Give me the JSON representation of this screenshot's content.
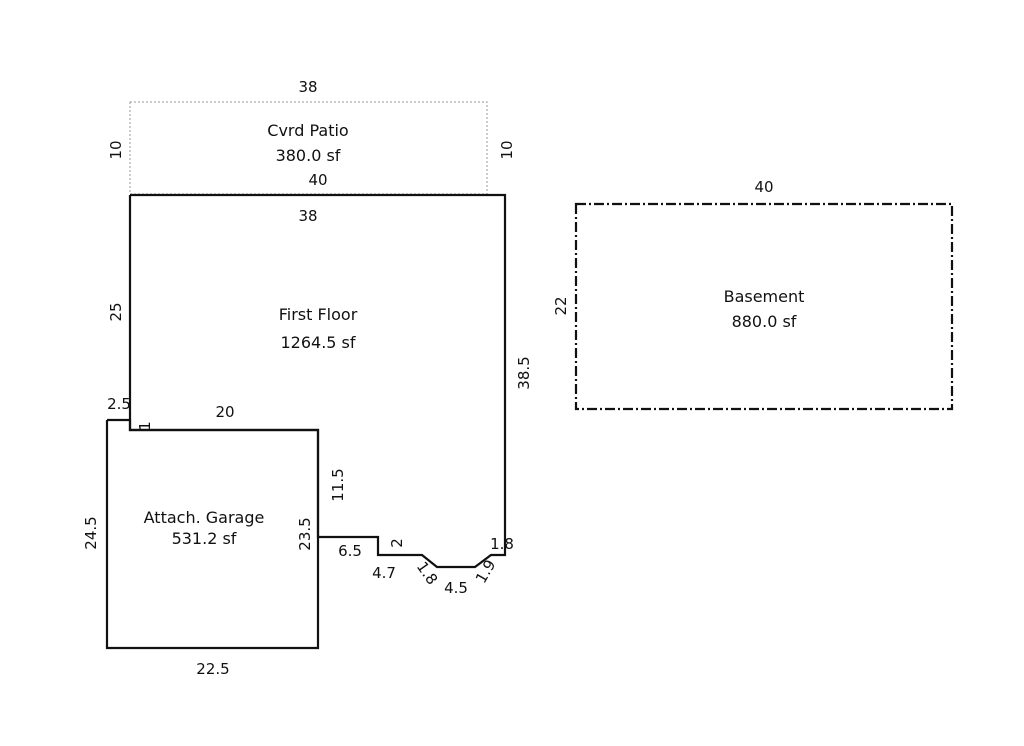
{
  "rooms": {
    "patio": {
      "name": "Cvrd Patio",
      "area": "380.0 sf"
    },
    "first_floor": {
      "name": "First Floor",
      "area": "1264.5 sf"
    },
    "basement": {
      "name": "Basement",
      "area": "880.0 sf"
    },
    "garage": {
      "name": "Attach. Garage",
      "area": "531.2 sf"
    }
  },
  "dims": {
    "patio_top": "38",
    "patio_left": "10",
    "patio_right": "10",
    "ff_top_outer": "40",
    "ff_top_inner": "38",
    "ff_left": "25",
    "ff_right": "38.5",
    "ff_step_left": "2.5",
    "ff_step_small": "1",
    "garage_top": "20",
    "ff_inner_vertical": "11.5",
    "garage_left": "24.5",
    "garage_right": "23.5",
    "garage_bottom": "22.5",
    "seg_a": "6.5",
    "seg_b": "2",
    "seg_c": "4.7",
    "seg_d": "1.8",
    "seg_e": "4.5",
    "seg_f": "1.9",
    "seg_g": "1.8",
    "basement_top": "40",
    "basement_left": "22"
  }
}
